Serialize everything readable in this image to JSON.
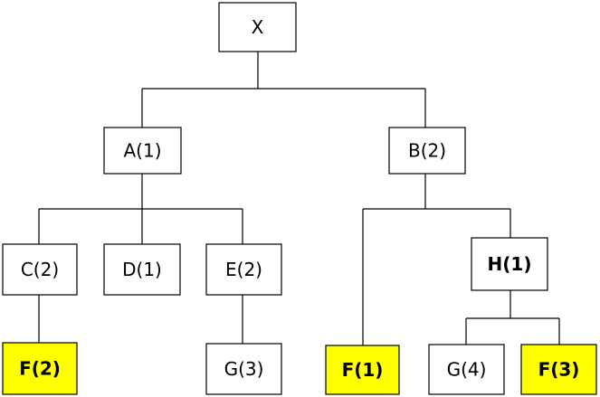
{
  "colors": {
    "highlight": "#ffff00",
    "border": "#000000",
    "background": "#ffffff"
  },
  "nodes": {
    "x": {
      "label": "X",
      "highlighted": false
    },
    "a": {
      "label": "A(1)",
      "highlighted": false
    },
    "b": {
      "label": "B(2)",
      "highlighted": false
    },
    "c": {
      "label": "C(2)",
      "highlighted": false
    },
    "d": {
      "label": "D(1)",
      "highlighted": false
    },
    "e": {
      "label": "E(2)",
      "highlighted": false
    },
    "h": {
      "label": "H(1)",
      "highlighted": false
    },
    "f_c": {
      "label": "F(2)",
      "highlighted": true
    },
    "g_e": {
      "label": "G(3)",
      "highlighted": false
    },
    "f_b": {
      "label": "F(1)",
      "highlighted": true
    },
    "g_h": {
      "label": "G(4)",
      "highlighted": false
    },
    "f_h": {
      "label": "F(3)",
      "highlighted": true
    }
  },
  "edges": [
    [
      "x",
      "a"
    ],
    [
      "x",
      "b"
    ],
    [
      "a",
      "c"
    ],
    [
      "a",
      "d"
    ],
    [
      "a",
      "e"
    ],
    [
      "b",
      "f_b"
    ],
    [
      "b",
      "h"
    ],
    [
      "c",
      "f_c"
    ],
    [
      "e",
      "g_e"
    ],
    [
      "h",
      "g_h"
    ],
    [
      "h",
      "f_h"
    ]
  ]
}
